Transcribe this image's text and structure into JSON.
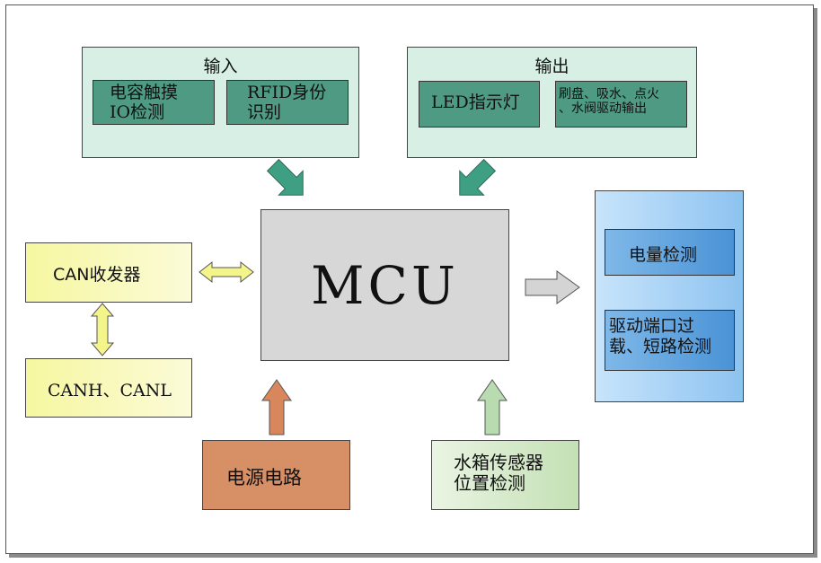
{
  "input_group": {
    "title": "输入",
    "items": [
      "电容触摸\nIO检测",
      "RFID身份\n识别"
    ]
  },
  "output_group": {
    "title": "输出",
    "items": [
      "LED指示灯",
      "刷盘、吸水、点火\n、水阀驱动输出"
    ]
  },
  "mcu": {
    "label": "MCU"
  },
  "can_transceiver": {
    "label": "CAN收发器"
  },
  "can_bus": {
    "label": "CANH、CANL"
  },
  "power": {
    "label": "电源电路"
  },
  "water_sensor": {
    "label": "水箱传感器\n位置检测"
  },
  "detection_group": {
    "items": [
      "电量检测",
      "驱动端口过\n载、短路检测"
    ]
  },
  "colors": {
    "input_bg": "#d8efe6",
    "sub_bg": "#4f9a82",
    "mcu_bg": "#d7d7d7",
    "can_bg": "#f6f79a",
    "power_bg": "#d79066",
    "water_bg": "#cfe6c1",
    "blue_bg": "#a8d4f7",
    "teal_arrow": "#3f9f83",
    "yellow_arrow": "#f3f48a",
    "orange_arrow": "#d8875d",
    "green_arrow": "#b8dcb0",
    "gray_arrow": "#d4d4d4"
  }
}
